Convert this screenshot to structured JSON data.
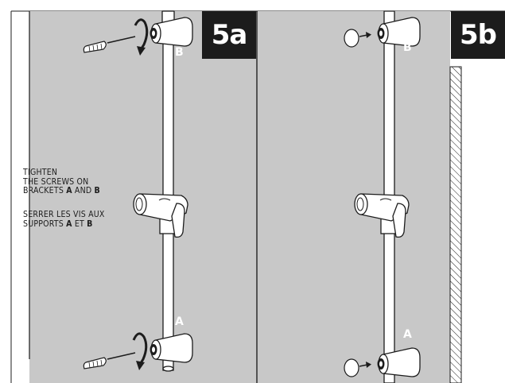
{
  "steps": [
    {
      "label": "5a"
    },
    {
      "label": "5b"
    }
  ],
  "instructions": {
    "en": {
      "line1": "TIGHTEN",
      "line2": "THE SCREWS ON",
      "line3_prefix": "BRACKETS ",
      "bracket_a": "A",
      "conjunction": " AND ",
      "bracket_b": "B"
    },
    "fr": {
      "line1": "SERRER LES VIS AUX",
      "line2_prefix": "SUPPORTS ",
      "bracket_a": "A",
      "conjunction": " ET ",
      "bracket_b": "B"
    }
  },
  "bracket_letters": {
    "a_left": "A",
    "b_left": "B",
    "a_right": "A",
    "b_right": "B"
  },
  "colors": {
    "wall": "#c8c8c8",
    "line": "#1c1c1c",
    "label_bg": "#1c1c1c"
  }
}
